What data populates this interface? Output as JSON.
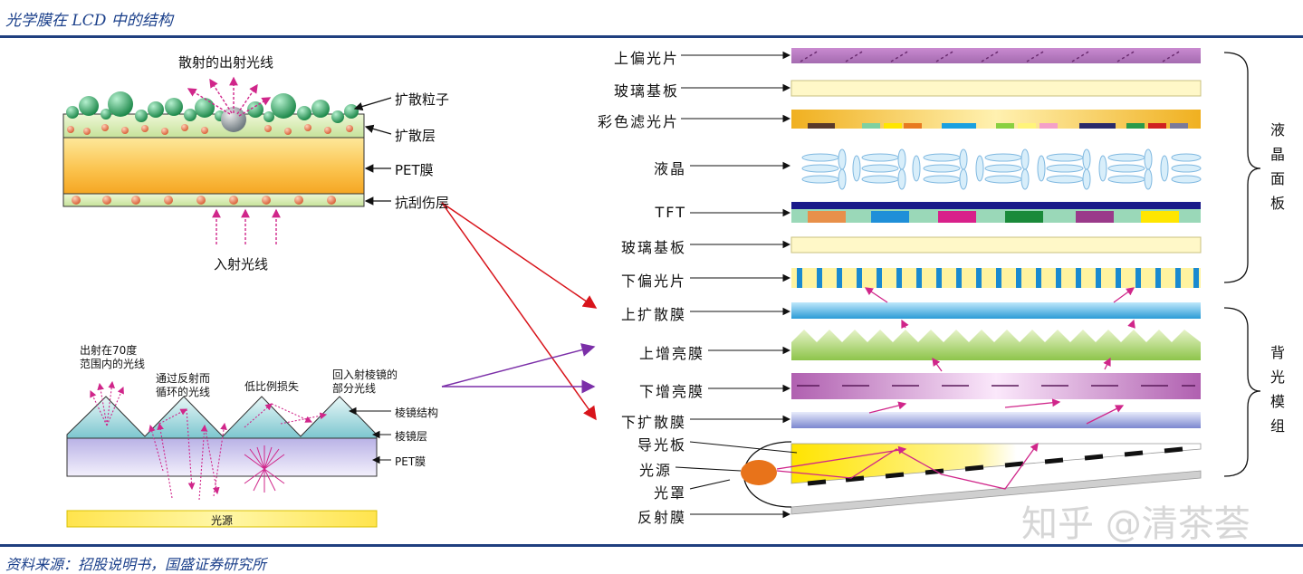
{
  "header": {
    "title": "光学膜在 LCD 中的结构"
  },
  "footer": {
    "source": "资料来源：招股说明书，国盛证券研究所"
  },
  "watermark": {
    "text": "知乎 @清茶荟"
  },
  "diffuser": {
    "top_label": "散射的出射光线",
    "side_labels": [
      "扩散粒子",
      "扩散层",
      "PET膜",
      "抗刮伤层"
    ],
    "bottom_label": "入射光线"
  },
  "prism": {
    "labels": [
      "出射在70度范围内的光线",
      "通过反射而循环的光线",
      "低比例损失",
      "回入射棱镜的部分光线"
    ],
    "side_labels": [
      "棱镜结构",
      "棱镜层",
      "PET膜"
    ],
    "source_label": "光源"
  },
  "layers": [
    "上偏光片",
    "玻璃基板",
    "彩色滤光片",
    "液晶",
    "TFT",
    "玻璃基板",
    "下偏光片",
    "上扩散膜",
    "上增亮膜",
    "下增亮膜",
    "下扩散膜",
    "导光板",
    "光源",
    "光罩",
    "反射膜"
  ],
  "groups": {
    "panel": [
      "液",
      "晶",
      "面",
      "板"
    ],
    "backlight": [
      "背",
      "光",
      "模",
      "组"
    ]
  },
  "colors": {
    "brand_blue": "#1f3f7f",
    "red_arrow": "#d8141b",
    "purple_arrow": "#7b2fa8",
    "magenta_arrow": "#d0268a"
  }
}
